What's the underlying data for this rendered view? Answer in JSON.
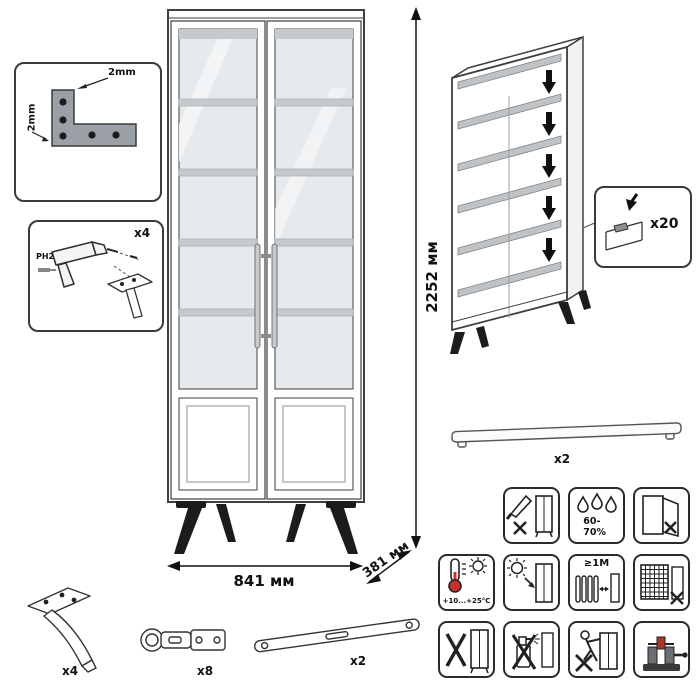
{
  "diagram": {
    "dimensions": {
      "height": "2252 мм",
      "width": "841 мм",
      "depth": "381 мм"
    },
    "corner_inset": {
      "dim_top": "2mm",
      "dim_side": "2mm"
    },
    "drill_inset": {
      "count": "x4",
      "bit_label": "PH2"
    },
    "shelf_pin_callout": {
      "count": "x20"
    },
    "handle_part": {
      "count": "x2"
    },
    "leg_part": {
      "count": "x4"
    },
    "hinge_part": {
      "count": "x8"
    },
    "strap_part": {
      "count": "x2"
    },
    "pictograms": {
      "humidity": "60-70%",
      "temperature": "+10...+25°C",
      "distance": "≥1M"
    },
    "pictogram_icons": [
      "no-knife-icon",
      "humidity-drops-icon",
      "no-door-lean-icon",
      "thermometer-icon",
      "sunlight-icon",
      "distance-radiator-icon",
      "grille-icon",
      "no-x-cabinet-icon",
      "no-solvents-icon",
      "no-climbing-icon",
      "vise-icon"
    ]
  }
}
